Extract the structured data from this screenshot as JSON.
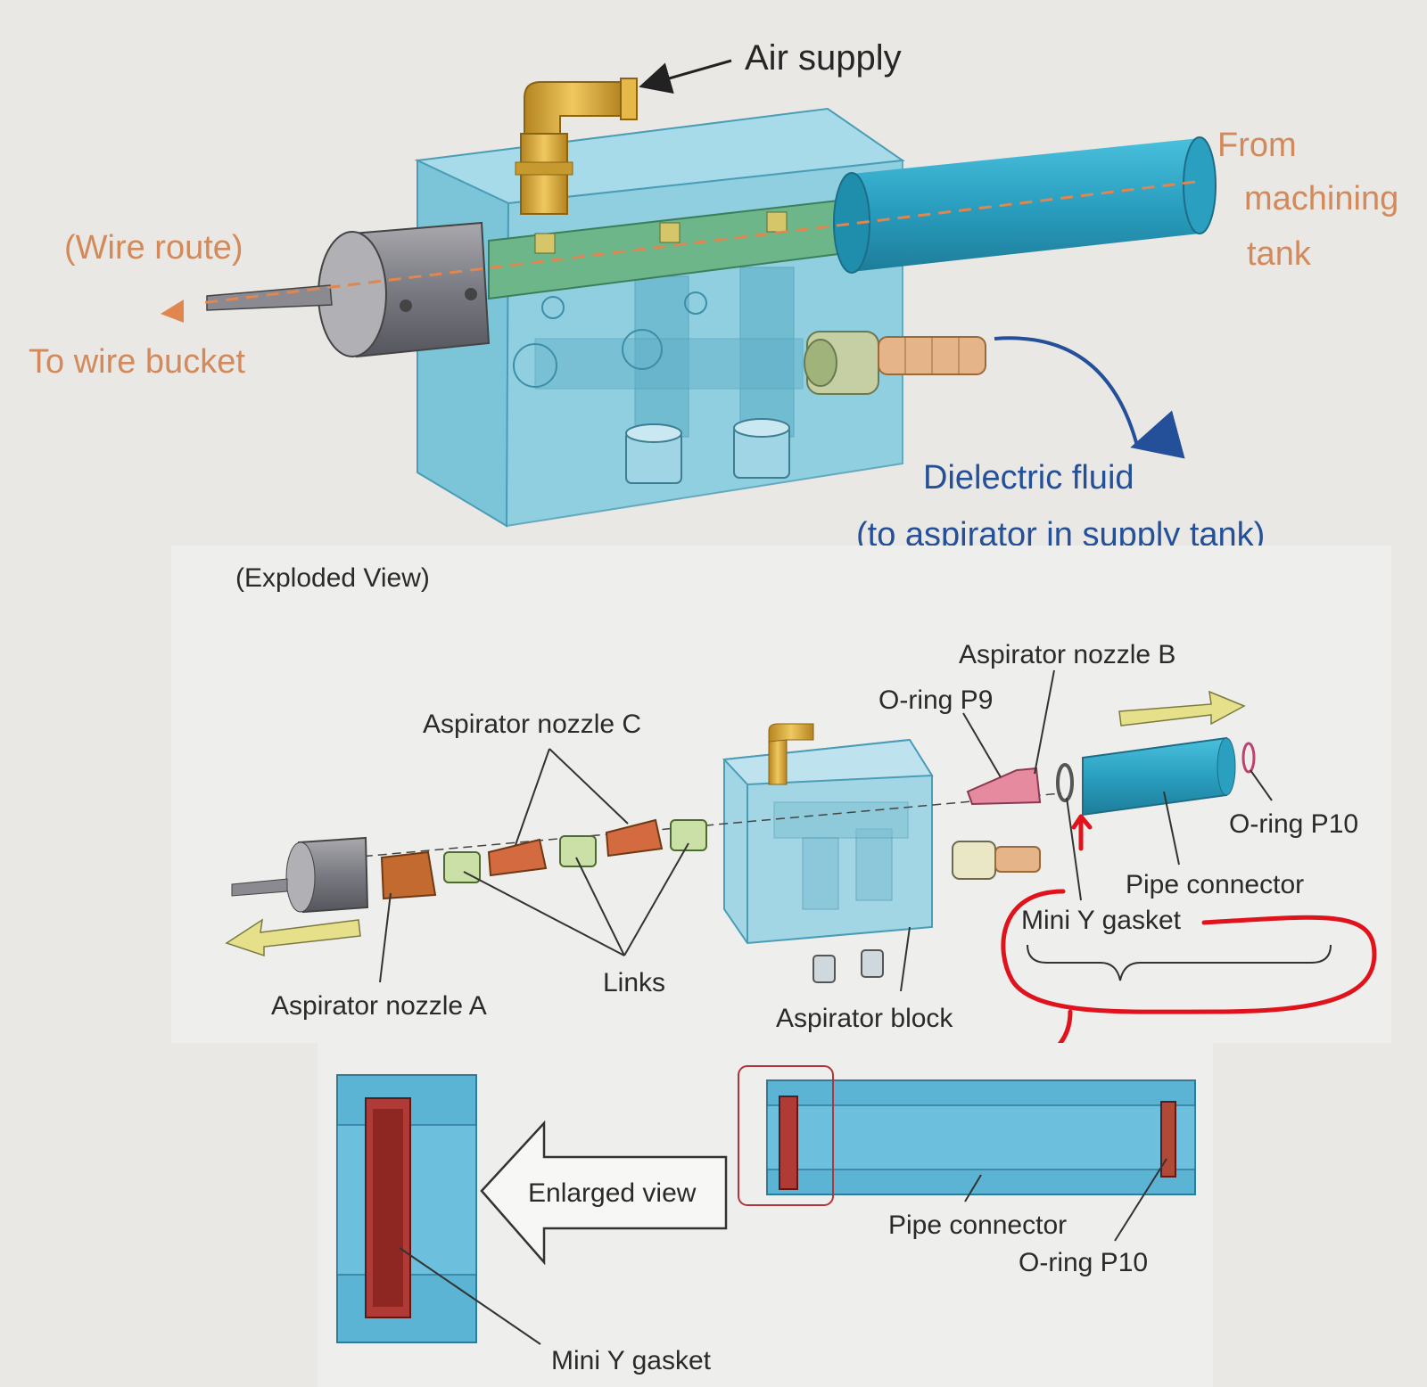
{
  "assembled_view": {
    "air_supply": "Air supply",
    "from_machining_tank": [
      "From",
      "machining",
      "tank"
    ],
    "wire_route": "(Wire route)",
    "to_wire_bucket": "To wire bucket",
    "dielectric_fluid": "Dielectric fluid",
    "to_aspirator": "(to aspirator in supply tank)"
  },
  "exploded_view": {
    "title": "(Exploded View)",
    "aspirator_nozzle_b": "Aspirator nozzle B",
    "o_ring_p9": "O-ring P9",
    "aspirator_nozzle_c": "Aspirator nozzle C",
    "o_ring_p10": "O-ring P10",
    "pipe_connector": "Pipe connector",
    "mini_y_gasket": "Mini Y gasket",
    "links": "Links",
    "aspirator_nozzle_a": "Aspirator nozzle A",
    "aspirator_block": "Aspirator block"
  },
  "enlarged_view": {
    "label": "Enlarged view",
    "pipe_connector": "Pipe connector",
    "o_ring_p10": "O-ring P10",
    "mini_y_gasket": "Mini Y gasket"
  },
  "colors": {
    "block_blue": "#7fc8dc",
    "pipe_teal": "#2a9fc0",
    "brass": "#d9a637",
    "annotation_red": "#e0131d",
    "orange_label": "#d4895a",
    "blue_label": "#24509a"
  }
}
